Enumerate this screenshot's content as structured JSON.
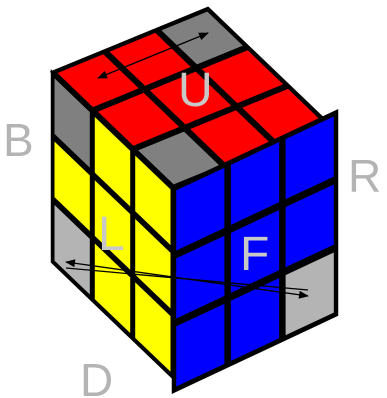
{
  "labels": {
    "up": "U",
    "front": "F",
    "left": "L",
    "back": "B",
    "right": "R",
    "down": "D"
  },
  "colors": {
    "red": "#ff0000",
    "blue": "#0000ff",
    "yellow": "#ffff00",
    "dark_gray": "#808080",
    "light_gray": "#b4b4b4",
    "outline": "#000000",
    "label_gray": "#c8c8c8",
    "side_label_gray": "#b4b4b4"
  },
  "faces": {
    "up": [
      [
        "red",
        "red",
        "dark_gray"
      ],
      [
        "red",
        "red",
        "red"
      ],
      [
        "dark_gray",
        "red",
        "red"
      ]
    ],
    "front": [
      [
        "blue",
        "blue",
        "blue"
      ],
      [
        "blue",
        "blue",
        "blue"
      ],
      [
        "blue",
        "blue",
        "light_gray"
      ]
    ],
    "left": [
      [
        "dark_gray",
        "yellow",
        "yellow"
      ],
      [
        "yellow",
        "yellow",
        "yellow"
      ],
      [
        "light_gray",
        "yellow",
        "yellow"
      ]
    ]
  },
  "arrows": [
    {
      "name": "up-face-swap-arrow",
      "face": "up"
    },
    {
      "name": "cross-face-swap-arrow",
      "face": "left-front"
    }
  ]
}
